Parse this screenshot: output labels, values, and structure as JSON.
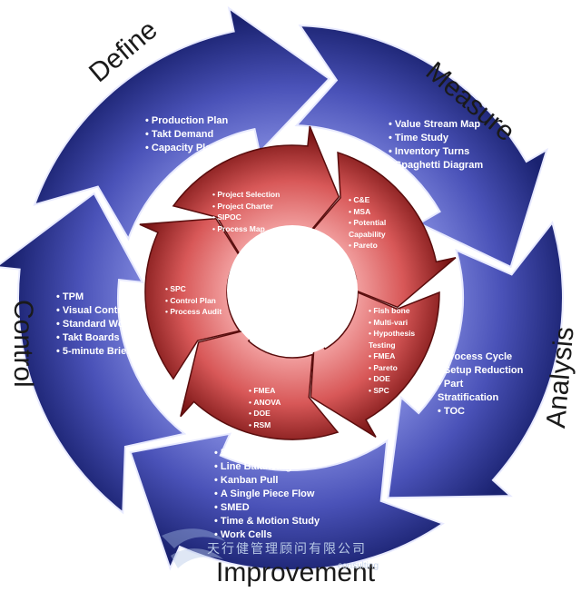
{
  "outer_phases": [
    {
      "title": "Define",
      "items": [
        "Production Plan",
        "Takt Demand",
        "Capacity Planning"
      ]
    },
    {
      "title": "Measure",
      "items": [
        "Value Stream Map",
        "Time Study",
        "Inventory Turns",
        "Spaghetti Diagram"
      ]
    },
    {
      "title": "Analysis",
      "items": [
        "Process Cycle",
        "Setup Reduction",
        "Part Stratification",
        "TOC"
      ]
    },
    {
      "title": "Improvement",
      "items": [
        "5S",
        "Line Balancing",
        "Kanban Pull",
        "A Single Piece Flow",
        "SMED",
        "Time & Motion Study",
        "Work Cells"
      ]
    },
    {
      "title": "Control",
      "items": [
        "TPM",
        "Visual Control",
        "Standard Work",
        "Takt Boards",
        "5-minute Briefing"
      ]
    }
  ],
  "inner_phases": [
    {
      "items": [
        "Project Selection",
        "Project Charter",
        "SIPOC",
        "Process Map"
      ]
    },
    {
      "items": [
        "C&E",
        "MSA",
        "Potential Capability",
        "Pareto"
      ]
    },
    {
      "items": [
        "Fish bone",
        "Multi-vari",
        "Hypothesis Testing",
        "FMEA",
        "Pareto",
        "DOE",
        "SPC"
      ]
    },
    {
      "items": [
        "FMEA",
        "ANOVA",
        "DOE",
        "RSM"
      ]
    },
    {
      "items": [
        "SPC",
        "Control Plan",
        "Process Audit"
      ]
    }
  ],
  "watermark": {
    "company": "天行健管理顾问有限公司",
    "tagline": "consulting"
  },
  "colors": {
    "outer_light": "#8f97e8",
    "outer_dark": "#1a2270",
    "inner_light": "#f08a8a",
    "inner_dark": "#7a1515"
  }
}
